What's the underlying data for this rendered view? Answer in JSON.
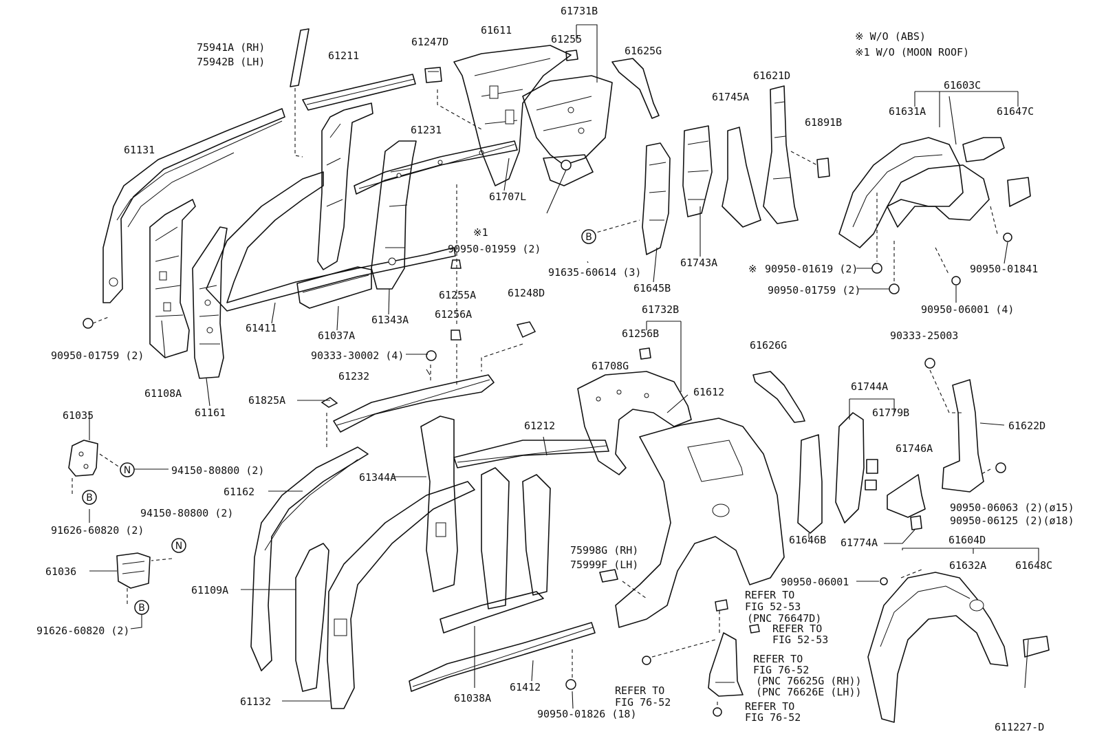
{
  "notes": {
    "wo_abs": "※ W/O (ABS)",
    "wo_moon_roof": "※1 W/O (MOON ROOF)",
    "mark1": "※1",
    "mark": "※"
  },
  "figure_id": "611227-D",
  "circle_codes": {
    "b": "B",
    "n": "N"
  },
  "labels": {
    "p75941A": "75941A (RH)",
    "p75942B": "75942B (LH)",
    "p61211": "61211",
    "p61247D": "61247D",
    "p61611": "61611",
    "p61731B": "61731B",
    "p61255": "61255",
    "p61625G": "61625G",
    "p61131": "61131",
    "p61231": "61231",
    "p61707L": "61707L",
    "p90950_01959": "90950-01959 (2)",
    "p91635_60614": "91635-60614 (3)",
    "p61645B": "61645B",
    "p61743A": "61743A",
    "p61745A": "61745A",
    "p61621D": "61621D",
    "p61891B": "61891B",
    "p61603C": "61603C",
    "p61631A": "61631A",
    "p61647C": "61647C",
    "p90950_01619": "90950-01619 (2)",
    "p90950_01759b": "90950-01759 (2)",
    "p90950_01841": "90950-01841",
    "p90950_06001_4": "90950-06001 (4)",
    "p61411": "61411",
    "p61037A": "61037A",
    "p61343A": "61343A",
    "p61255A": "61255A",
    "p61248D": "61248D",
    "p61256A": "61256A",
    "p90950_01759a": "90950-01759 (2)",
    "p61108A": "61108A",
    "p61161": "61161",
    "p90333_30002": "90333-30002 (4)",
    "p61232": "61232",
    "p61825A": "61825A",
    "p61035": "61035",
    "p94150_80800a": "94150-80800 (2)",
    "p91626_60820a": "91626-60820 (2)",
    "p94150_80800b": "94150-80800 (2)",
    "p61036": "61036",
    "p91626_60820b": "91626-60820 (2)",
    "p61162": "61162",
    "p61109A": "61109A",
    "p61132": "61132",
    "p61344A": "61344A",
    "p61212": "61212",
    "p61732B": "61732B",
    "p61256B": "61256B",
    "p61708G": "61708G",
    "p61612": "61612",
    "p61626G": "61626G",
    "p90333_25003": "90333-25003",
    "p61744A": "61744A",
    "p61779B": "61779B",
    "p61746A": "61746A",
    "p61622D": "61622D",
    "p61646B": "61646B",
    "p61774A": "61774A",
    "p90950_06063": "90950-06063 (2)(ø15)",
    "p90950_06125": "90950-06125 (2)(ø18)",
    "p61604D": "61604D",
    "p90950_06001": "90950-06001",
    "p61632A": "61632A",
    "p61648C": "61648C",
    "p75998G": "75998G (RH)",
    "p75999F": "75999F (LH)",
    "p61412": "61412",
    "p61038A": "61038A",
    "p90950_01826": "90950-01826 (18)"
  },
  "refs": {
    "r1a": "REFER TO",
    "r1b": "FIG 52-53",
    "r1c": "(PNC 76647D)",
    "r2a": "REFER TO",
    "r2b": "FIG 52-53",
    "r3a": "REFER TO",
    "r3b": "FIG 76-52",
    "r3c": "(PNC 76625G (RH))",
    "r3d": "(PNC 76626E (LH))",
    "r4a": "REFER TO",
    "r4b": "FIG 76-52",
    "r5a": "REFER TO",
    "r5b": "FIG 76-52"
  }
}
